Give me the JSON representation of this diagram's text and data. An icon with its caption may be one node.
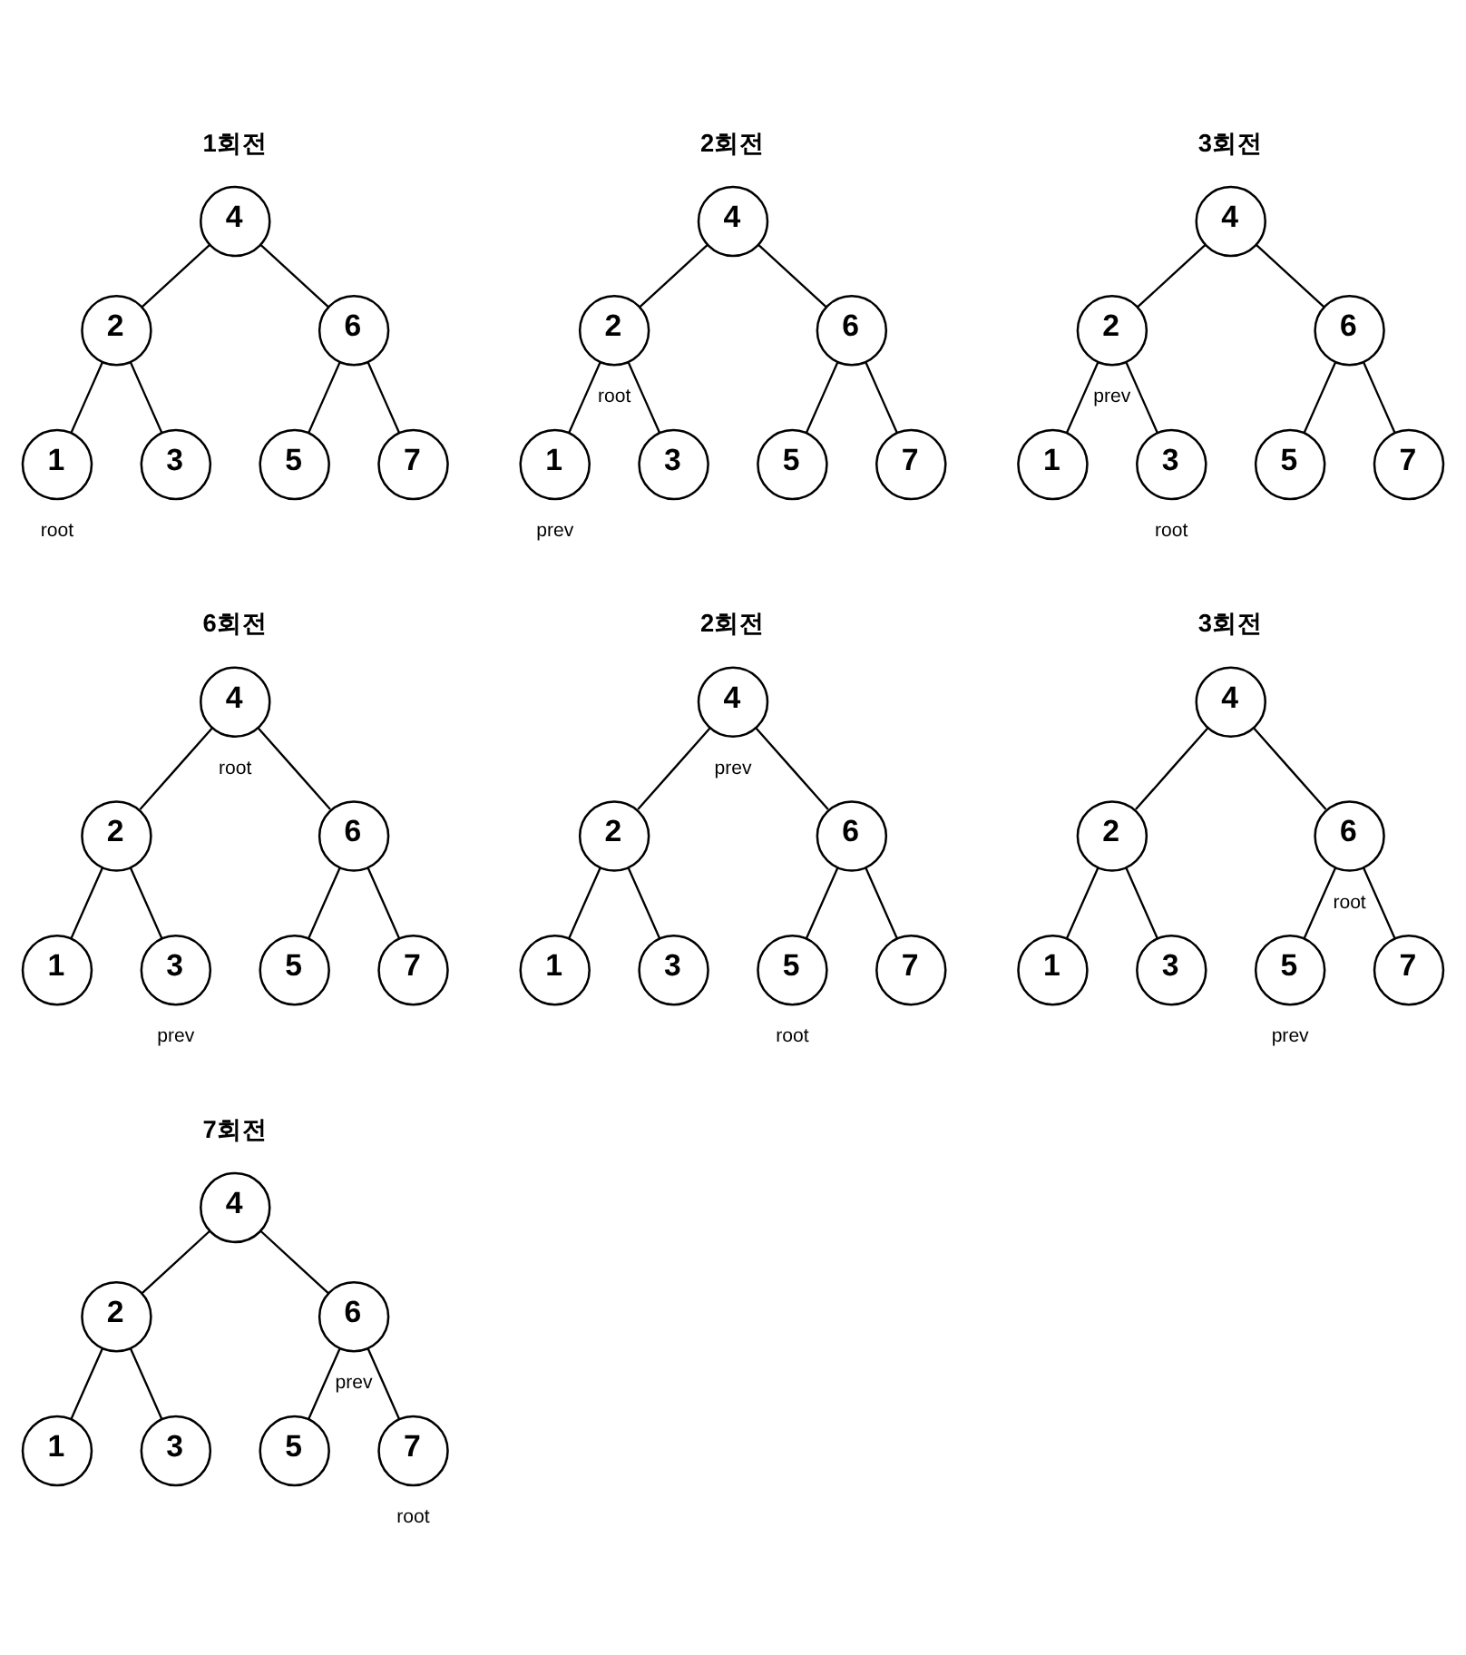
{
  "diagram": {
    "nodes": [
      {
        "text": [
          "4"
        ]
      },
      {
        "text": [
          "2"
        ]
      },
      {
        "text": [
          "6"
        ]
      },
      {
        "text": [
          "1"
        ],
        "beside": [
          "root"
        ]
      },
      {
        "text": [
          "3"
        ]
      },
      {
        "text": [
          "5"
        ]
      },
      {
        "text": [
          "7"
        ]
      },
      {
        "text": [
          "4"
        ]
      },
      {
        "text": [
          "2"
        ],
        "beside": [
          "root"
        ]
      },
      {
        "text": [
          "6"
        ]
      },
      {
        "text": [
          "1"
        ],
        "beside": [
          "prev"
        ]
      },
      {
        "text": [
          "3"
        ]
      },
      {
        "text": [
          "5"
        ]
      },
      {
        "text": [
          "7"
        ]
      },
      {
        "text": [
          "4"
        ]
      },
      {
        "text": [
          "2"
        ],
        "beside": [
          "prev"
        ]
      },
      {
        "text": [
          "6"
        ]
      },
      {
        "text": [
          "1"
        ]
      },
      {
        "text": [
          "3"
        ],
        "beside": [
          "root"
        ]
      },
      {
        "text": [
          "5"
        ]
      },
      {
        "text": [
          "7"
        ]
      },
      {
        "text": [
          "4"
        ],
        "beside": [
          "root"
        ]
      },
      {
        "text": [
          "2"
        ]
      },
      {
        "text": [
          "6"
        ]
      },
      {
        "text": [
          "1"
        ]
      },
      {
        "text": [
          "3"
        ],
        "beside": [
          "prev"
        ]
      },
      {
        "text": [
          "5"
        ]
      },
      {
        "text": [
          "7"
        ]
      },
      {
        "text": [
          "4"
        ],
        "beside": [
          "prev"
        ]
      },
      {
        "text": [
          "2"
        ]
      },
      {
        "text": [
          "6"
        ]
      },
      {
        "text": [
          "1"
        ]
      },
      {
        "text": [
          "3"
        ]
      },
      {
        "text": [
          "5"
        ],
        "beside": [
          "root"
        ]
      },
      {
        "text": [
          "7"
        ]
      },
      {
        "text": [
          "4"
        ]
      },
      {
        "text": [
          "2"
        ]
      },
      {
        "text": [
          "6"
        ],
        "beside": [
          "root"
        ]
      },
      {
        "text": [
          "1"
        ]
      },
      {
        "text": [
          "3"
        ]
      },
      {
        "text": [
          "5"
        ],
        "beside": [
          "prev"
        ]
      },
      {
        "text": [
          "7"
        ]
      },
      {
        "text": [
          "4"
        ]
      },
      {
        "text": [
          "2"
        ]
      },
      {
        "text": [
          "6"
        ],
        "beside": [
          "prev"
        ]
      },
      {
        "text": [
          "1"
        ]
      },
      {
        "text": [
          "3"
        ]
      },
      {
        "text": [
          "5"
        ]
      },
      {
        "text": [
          "7"
        ],
        "beside": [
          "root"
        ]
      }
    ],
    "edges": [
      {
        "from": 0,
        "to": 1,
        "arrow": "none"
      },
      {
        "from": 0,
        "to": 2,
        "arrow": "none"
      },
      {
        "from": 1,
        "to": 3,
        "arrow": "none"
      },
      {
        "from": 1,
        "to": 4,
        "arrow": "none"
      },
      {
        "from": 2,
        "to": 5,
        "arrow": "none"
      },
      {
        "from": 2,
        "to": 6,
        "arrow": "none"
      },
      {
        "from": 7,
        "to": 8,
        "arrow": "none"
      },
      {
        "from": 7,
        "to": 9,
        "arrow": "none"
      },
      {
        "from": 8,
        "to": 10,
        "arrow": "none"
      },
      {
        "from": 8,
        "to": 11,
        "arrow": "none"
      },
      {
        "from": 9,
        "to": 12,
        "arrow": "none"
      },
      {
        "from": 9,
        "to": 13,
        "arrow": "none"
      },
      {
        "from": 14,
        "to": 15,
        "arrow": "none"
      },
      {
        "from": 14,
        "to": 16,
        "arrow": "none"
      },
      {
        "from": 15,
        "to": 17,
        "arrow": "none"
      },
      {
        "from": 15,
        "to": 18,
        "arrow": "none"
      },
      {
        "from": 16,
        "to": 19,
        "arrow": "none"
      },
      {
        "from": 16,
        "to": 20,
        "arrow": "none"
      },
      {
        "from": 21,
        "to": 22,
        "arrow": "none"
      },
      {
        "from": 21,
        "to": 23,
        "arrow": "none"
      },
      {
        "from": 22,
        "to": 24,
        "arrow": "none"
      },
      {
        "from": 22,
        "to": 25,
        "arrow": "none"
      },
      {
        "from": 23,
        "to": 26,
        "arrow": "none"
      },
      {
        "from": 23,
        "to": 27,
        "arrow": "none"
      },
      {
        "from": 28,
        "to": 29,
        "arrow": "none"
      },
      {
        "from": 28,
        "to": 30,
        "arrow": "none"
      },
      {
        "from": 29,
        "to": 31,
        "arrow": "none"
      },
      {
        "from": 29,
        "to": 32,
        "arrow": "none"
      },
      {
        "from": 30,
        "to": 33,
        "arrow": "none"
      },
      {
        "from": 30,
        "to": 34,
        "arrow": "none"
      },
      {
        "from": 35,
        "to": 36,
        "arrow": "none"
      },
      {
        "from": 35,
        "to": 37,
        "arrow": "none"
      },
      {
        "from": 36,
        "to": 38,
        "arrow": "none"
      },
      {
        "from": 36,
        "to": 39,
        "arrow": "none"
      },
      {
        "from": 37,
        "to": 40,
        "arrow": "none"
      },
      {
        "from": 37,
        "to": 41,
        "arrow": "none"
      },
      {
        "from": 42,
        "to": 43,
        "arrow": "none"
      },
      {
        "from": 42,
        "to": 44,
        "arrow": "none"
      },
      {
        "from": 43,
        "to": 45,
        "arrow": "none"
      },
      {
        "from": 43,
        "to": 46,
        "arrow": "none"
      },
      {
        "from": 44,
        "to": 47,
        "arrow": "none"
      },
      {
        "from": 44,
        "to": 48,
        "arrow": "none"
      }
    ],
    "labels": [
      "1회전",
      "2회전",
      "3회전",
      "6회전",
      "2회전",
      "3회전",
      "7회전"
    ]
  }
}
